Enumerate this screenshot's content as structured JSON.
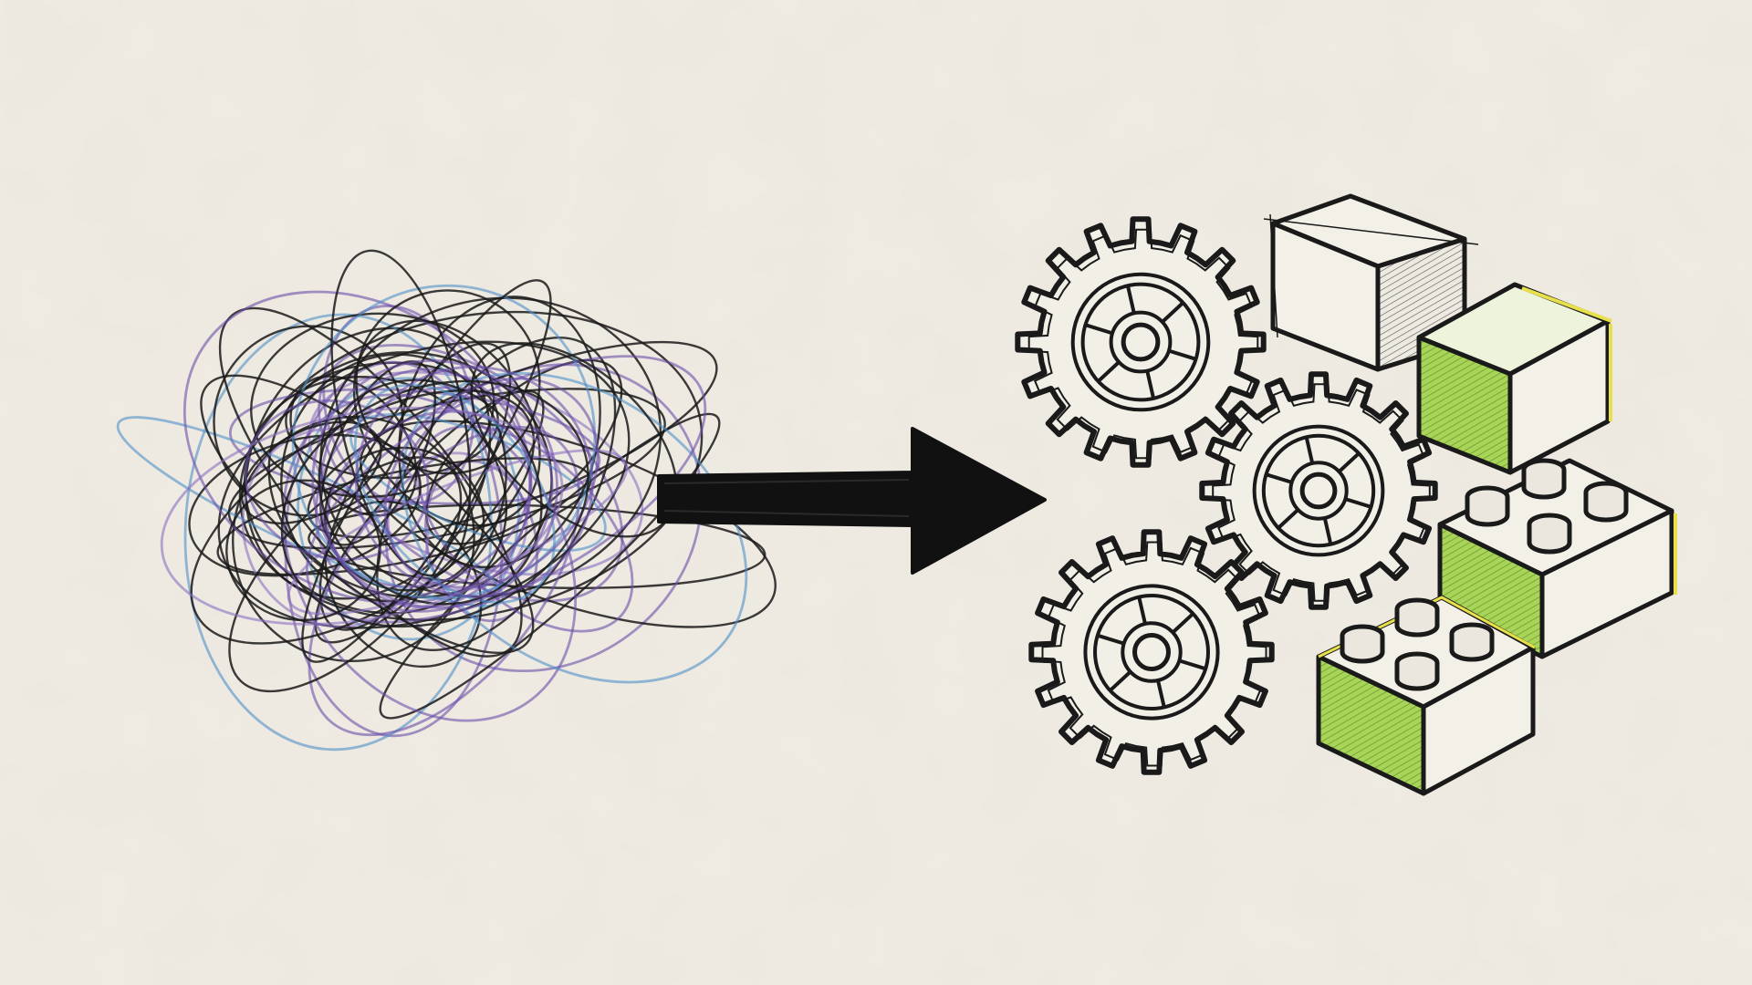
{
  "illustration": {
    "left": {
      "subject": "tangled-scribble",
      "stroke_colors": [
        "#1a1a1a",
        "#6b4fa8",
        "#4f8fc8",
        "#8a6fc0"
      ]
    },
    "connector": {
      "subject": "right-arrow",
      "color": "#111111"
    },
    "right": {
      "subjects": [
        "gear",
        "gear",
        "gear",
        "cube",
        "cube",
        "lego-brick",
        "lego-brick"
      ],
      "accent_color": "#8cc63f",
      "highlight_color": "#e8e04a",
      "ink_color": "#1a1a1a"
    },
    "paper_color": "#ece8df"
  }
}
